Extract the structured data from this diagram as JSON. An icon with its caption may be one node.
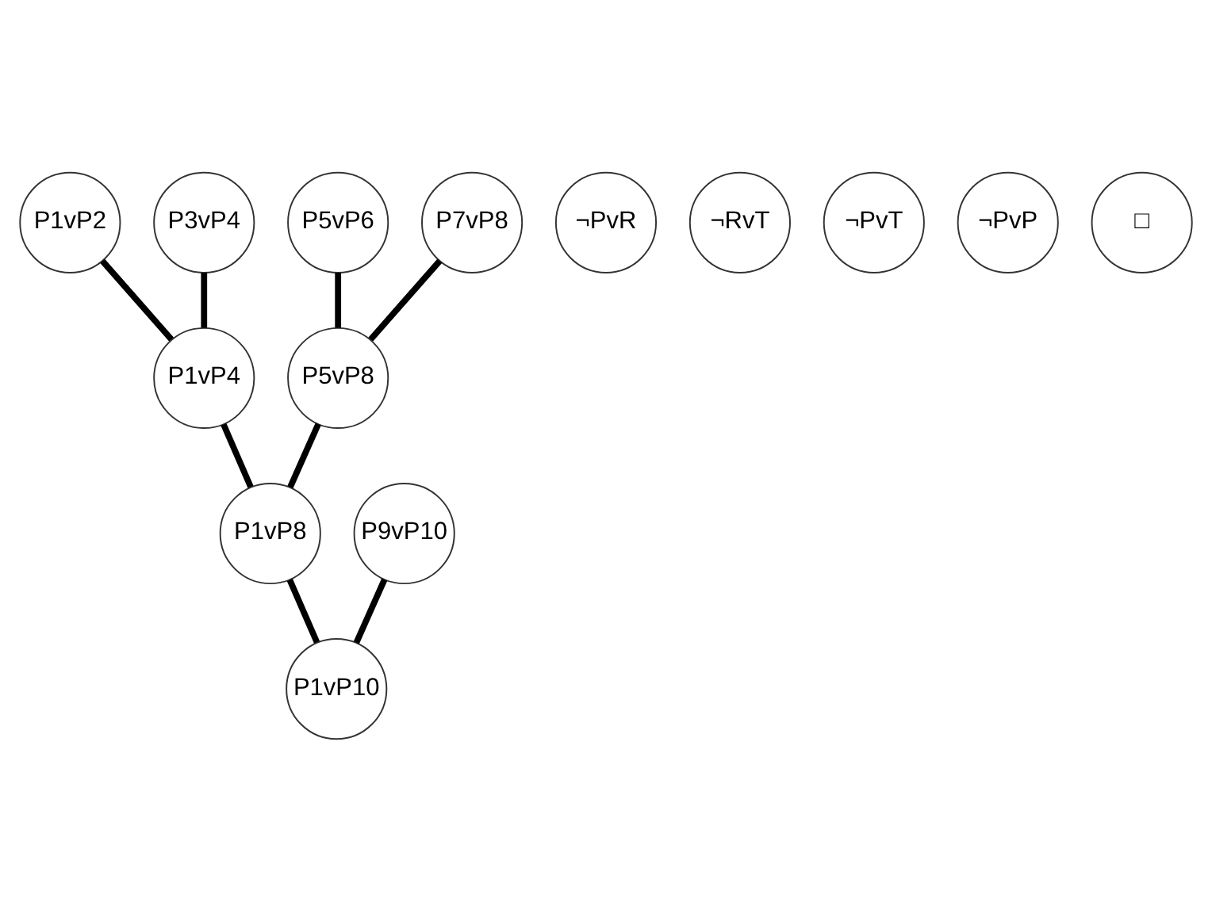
{
  "diagram": {
    "nodes": [
      {
        "text": [
          "P1vP2"
        ]
      },
      {
        "text": [
          "P3vP4"
        ]
      },
      {
        "text": [
          "P1vP4"
        ]
      },
      {
        "text": [
          "¬PvR"
        ]
      },
      {
        "text": [
          "P5vP6"
        ]
      },
      {
        "text": [
          "P7vP8"
        ]
      },
      {
        "text": [
          "P5vP8"
        ]
      },
      {
        "text": [
          "¬RvT"
        ]
      },
      {
        "text": [
          "P1vP8"
        ]
      },
      {
        "text": [
          "¬PvT"
        ]
      },
      {
        "text": [
          "P9vP10"
        ]
      },
      {
        "text": [
          "P1vP10"
        ]
      },
      {
        "text": [
          "¬PvP"
        ]
      },
      {
        "text": [
          "□"
        ]
      }
    ],
    "edges": [
      {
        "from": 0,
        "to": 2,
        "arrow": "none"
      },
      {
        "from": 1,
        "to": 2,
        "arrow": "none"
      },
      {
        "from": 2,
        "to": 8,
        "arrow": "none"
      },
      {
        "from": 4,
        "to": 6,
        "arrow": "none"
      },
      {
        "from": 5,
        "to": 6,
        "arrow": "none"
      },
      {
        "from": 6,
        "to": 8,
        "arrow": "none"
      },
      {
        "from": 8,
        "to": 11,
        "arrow": "none"
      },
      {
        "from": 10,
        "to": 11,
        "arrow": "none"
      }
    ]
  }
}
